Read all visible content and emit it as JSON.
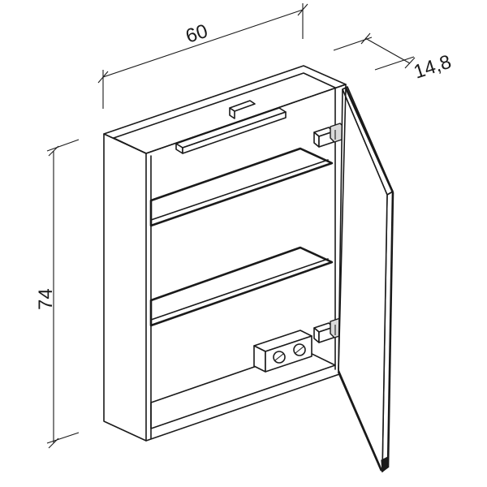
{
  "dimensions": {
    "width": "60",
    "depth": "14,8",
    "height": "74"
  },
  "colors": {
    "line": "#1a1a1a",
    "background": "#ffffff"
  }
}
